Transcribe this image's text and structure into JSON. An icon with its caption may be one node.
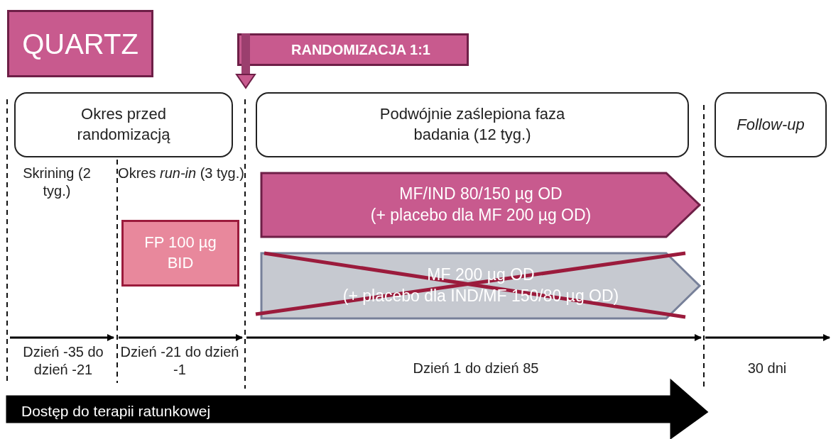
{
  "diagram": {
    "nodes": [
      {
        "text": [
          "QUARTZ"
        ]
      },
      {
        "text": [
          "RANDOMIZACJA 1:1"
        ]
      },
      {
        "text": [
          "Okres przed randomizacją"
        ]
      },
      {
        "text": [
          "Podwójnie zaślepiona faza badania (12 tyg.)"
        ]
      },
      {
        "text": [
          "Follow-up"
        ]
      },
      {
        "text": [
          "FP 100 µg BID"
        ]
      },
      {
        "text": [
          "MF/IND 80/150 µg OD",
          "(+ placebo dla MF 200 µg OD)"
        ]
      },
      {
        "text": [
          "MF 200 µg OD",
          "(+ placebo dla IND/MF 150/80 µg OD)"
        ]
      },
      {
        "text": [
          "Dostęp do terapii ratunkowej"
        ]
      }
    ],
    "labels": [
      "Skrining (2 tyg.)",
      "Okres *run-in* (3 tyg.)",
      "Dzień -35 do dzień -21",
      "Dzień -21 do dzień -1",
      "Dzień 1 do dzień 85",
      "30 dni"
    ]
  }
}
